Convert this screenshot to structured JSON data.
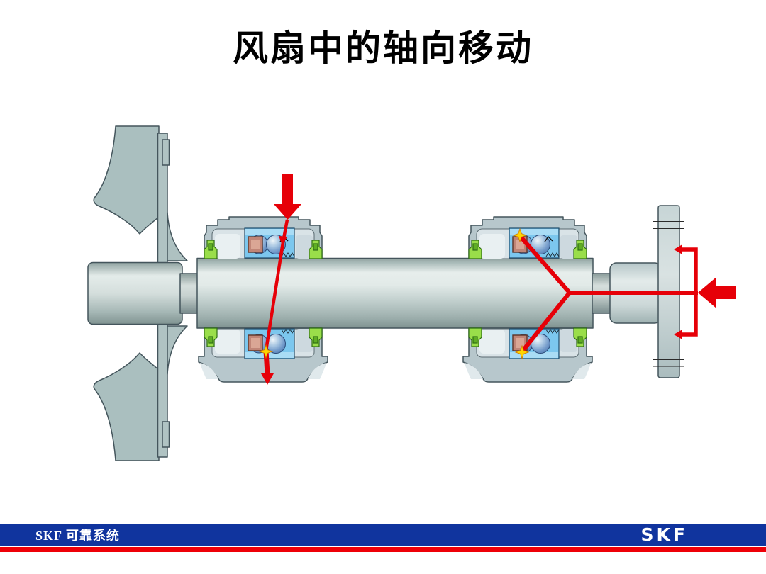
{
  "slide_title": "风扇中的轴向移动",
  "footer": {
    "tagline": "SKF 可靠系统",
    "logo": "SKF"
  },
  "colors": {
    "skf_blue": "#10349e",
    "skf_red": "#ee0008",
    "annotation_red": "#e60008",
    "contact_star_yellow": "#ffd400",
    "bearing_pocket_blue": "#7cc7ee",
    "housing_gray": "#b7c7cc",
    "seal_green": "#9ade4a",
    "outline_gray": "#44555c"
  },
  "diagram": {
    "name": "fan-shaft-axial-movement-cross-section",
    "parts": [
      "fan-impeller",
      "drive-shaft",
      "bearing-housing-left",
      "bearing-housing-right",
      "coupling-flange"
    ],
    "annotations": [
      "radial-load-arrow-down",
      "load-path-through-left-bearing",
      "axial-force-arrow-left",
      "load-path-to-right-bearing-contacts",
      "axial-movement-bracket",
      "contact-point-stars"
    ]
  }
}
